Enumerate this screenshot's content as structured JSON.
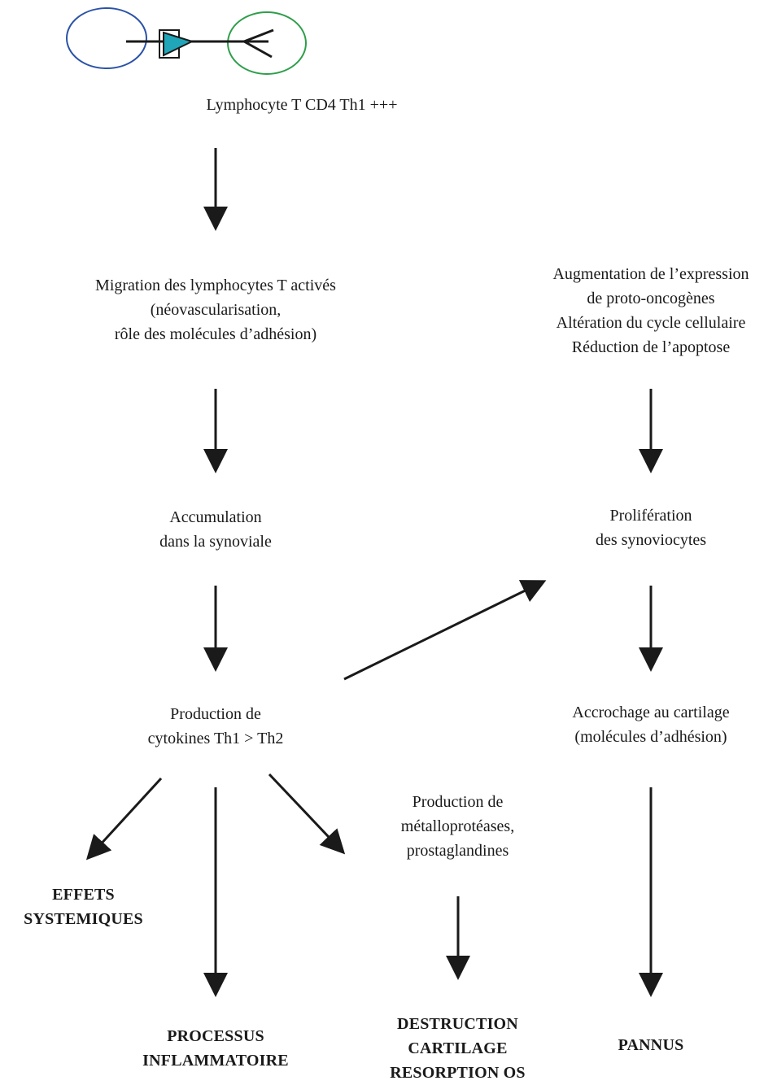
{
  "diagram": {
    "colors": {
      "ink": "#1a1a1a",
      "nucleus_left": "#2a52a8",
      "nucleus_right": "#2e9e4a",
      "receptor_fill": "#20a6b8"
    },
    "nodes": {
      "lymphocyte": {
        "lines": [
          "Lymphocyte T CD4 Th1 +++"
        ]
      },
      "migration": {
        "lines": [
          "Migration des lymphocytes T activés",
          "(néovascularisation,",
          "rôle des molécules d’adhésion)"
        ]
      },
      "augmentation": {
        "lines": [
          "Augmentation de l’expression",
          "de proto-oncogènes",
          "Altération du cycle cellulaire",
          "Réduction de l’apoptose"
        ]
      },
      "accumulation": {
        "lines": [
          "Accumulation",
          "dans la synoviale"
        ]
      },
      "proliferation": {
        "lines": [
          "Prolifération",
          "des synoviocytes"
        ]
      },
      "production_cytokines": {
        "lines": [
          "Production de",
          "cytokines Th1 > Th2"
        ]
      },
      "accrochage": {
        "lines": [
          "Accrochage au cartilage",
          "(molécules d’adhésion)"
        ]
      },
      "production_mmp": {
        "lines": [
          "Production de",
          "métalloprotéases,",
          "prostaglandines"
        ]
      },
      "effets": {
        "lines": [
          "EFFETS",
          "SYSTEMIQUES"
        ]
      },
      "processus": {
        "lines": [
          "PROCESSUS",
          "INFLAMMATOIRE"
        ]
      },
      "destruction": {
        "lines": [
          "DESTRUCTION",
          "CARTILAGE",
          "RESORPTION OS"
        ]
      },
      "pannus": {
        "lines": [
          "PANNUS"
        ]
      }
    }
  }
}
